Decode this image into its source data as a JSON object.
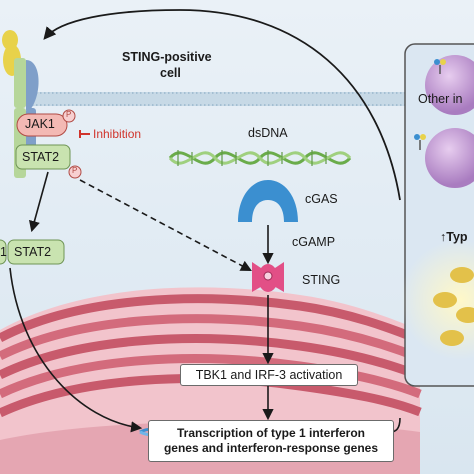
{
  "cell_label": "STING-positive cell",
  "cell_label_line1": "STING-positive",
  "cell_label_line2": "cell",
  "jak1": "JAK1",
  "phospho": "P",
  "inhibition": "Inhibition",
  "stat2_top": "STAT2",
  "stat2_lower": "STAT2",
  "stat_partial": "1",
  "dsdna": "dsDNA",
  "cgas": "cGAS",
  "cgamp": "cGAMP",
  "sting": "STING",
  "tbk1": "TBK1 and IRF-3 activation",
  "transcription_line1": "Transcription of type 1 interferon",
  "transcription_line2": "genes and interferon-response genes",
  "right_panel_partial": "Other in",
  "right_panel_type": "↑Typ",
  "colors": {
    "background": "#e9eff4",
    "membrane": "#c7d9e6",
    "er": "#d9707f",
    "receptor_green": "#b6d69a",
    "receptor_blue": "#7f9fc9",
    "receptor_yellow": "#e8d24a",
    "jak1": "#f3b9b4",
    "inhibition_red": "#d0342c",
    "dna_green": "#7bbf5a",
    "cgas_blue": "#3b8fd0",
    "sting_pink": "#e24f86",
    "right_panel": "#dbe7f2"
  }
}
